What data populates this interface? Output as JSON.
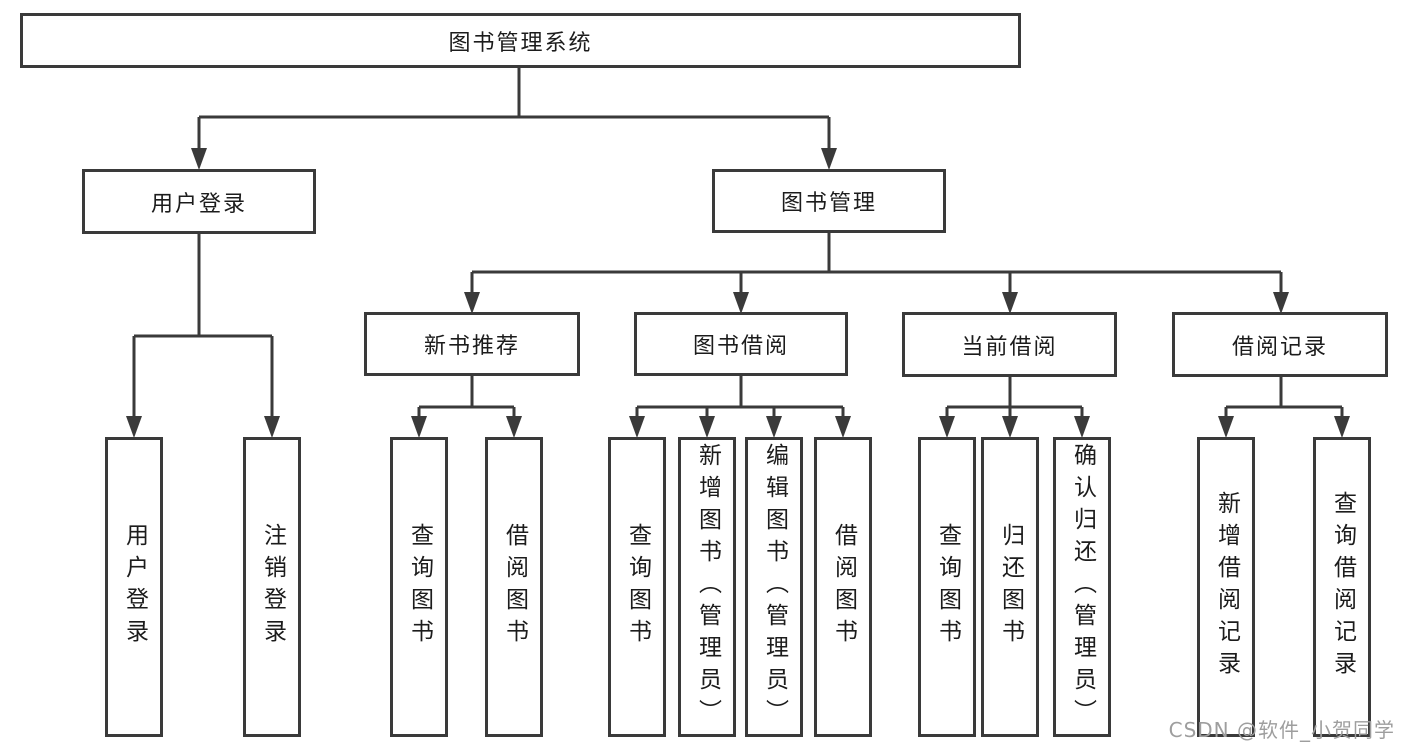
{
  "colors": {
    "background": "#ffffff",
    "line": "#3a3a3a",
    "box_border": "#3a3a3a",
    "text": "#1c1c1c",
    "watermark": "#9e9e9e"
  },
  "tree": {
    "root": {
      "label": "图书管理系统"
    },
    "branches": [
      {
        "label": "用户登录",
        "children": [
          {
            "label": "用户登录"
          },
          {
            "label": "注销登录"
          }
        ]
      },
      {
        "label": "图书管理",
        "children": [
          {
            "label": "新书推荐",
            "children": [
              {
                "label": "查询图书"
              },
              {
                "label": "借阅图书"
              }
            ]
          },
          {
            "label": "图书借阅",
            "children": [
              {
                "label": "查询图书"
              },
              {
                "label": "新增图书（管理员）"
              },
              {
                "label": "编辑图书（管理员）"
              },
              {
                "label": "借阅图书"
              }
            ]
          },
          {
            "label": "当前借阅",
            "children": [
              {
                "label": "查询图书"
              },
              {
                "label": "归还图书"
              },
              {
                "label": "确认归还（管理员）"
              }
            ]
          },
          {
            "label": "借阅记录",
            "children": [
              {
                "label": "新增借阅记录"
              },
              {
                "label": "查询借阅记录"
              }
            ]
          }
        ]
      }
    ]
  },
  "watermark": {
    "text": "CSDN @软件_小贺同学"
  }
}
